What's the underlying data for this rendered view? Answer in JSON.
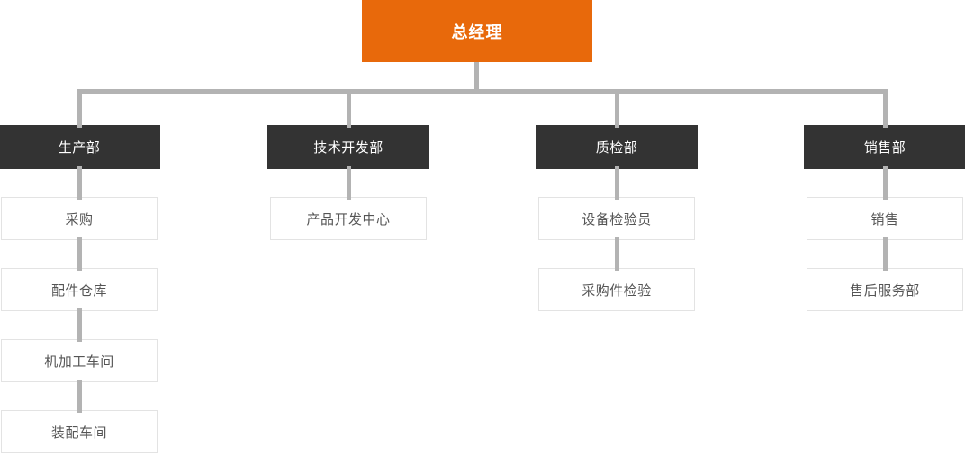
{
  "org_chart": {
    "root": {
      "label": "总经理"
    },
    "departments": [
      {
        "label": "生产部",
        "children": [
          "采购",
          "配件仓库",
          "机加工车间",
          "装配车间"
        ]
      },
      {
        "label": "技术开发部",
        "children": [
          "产品开发中心"
        ]
      },
      {
        "label": "质检部",
        "children": [
          "设备检验员",
          "采购件检验"
        ]
      },
      {
        "label": "销售部",
        "children": [
          "销售",
          "售后服务部"
        ]
      }
    ]
  },
  "colors": {
    "root_bg": "#E8690B",
    "dept_bg": "#333333",
    "connector": "#B3B3B3",
    "leaf_border": "#E3E3E3",
    "leaf_text": "#555555"
  }
}
